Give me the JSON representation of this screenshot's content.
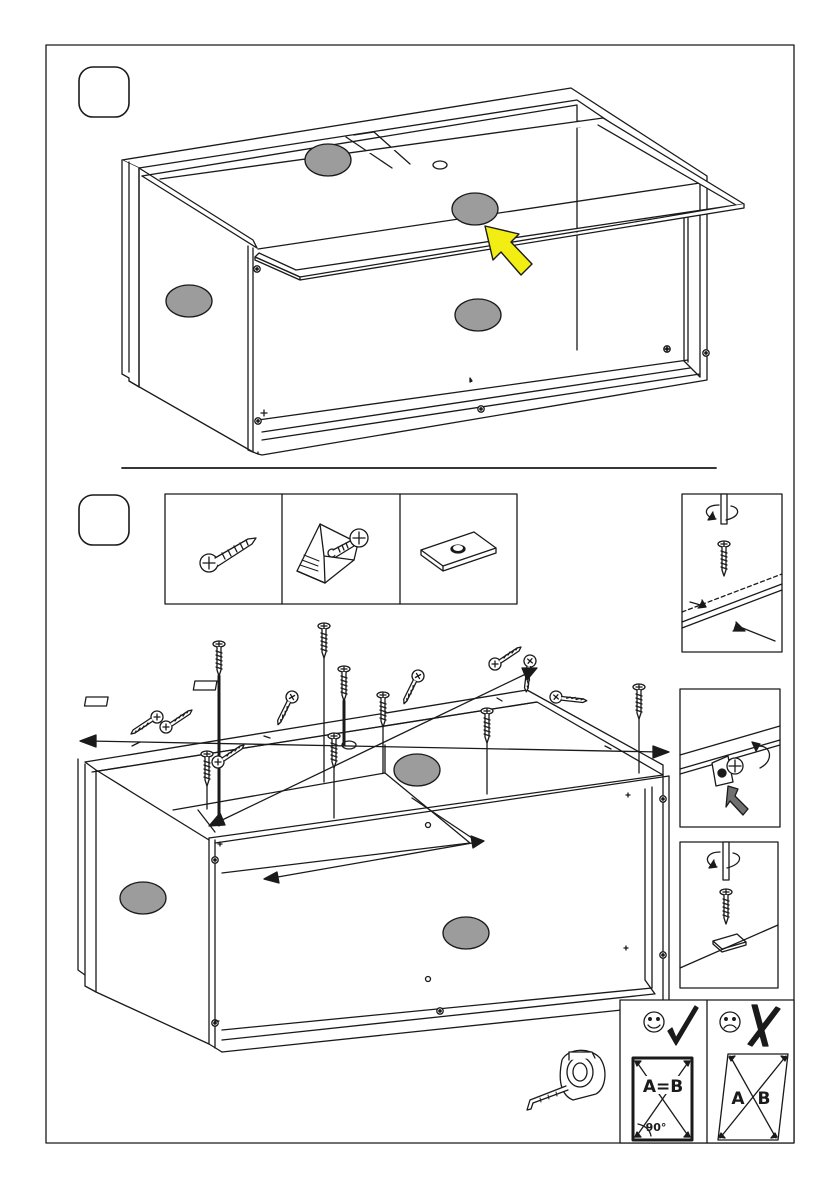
{
  "steps": [
    {
      "number": ""
    },
    {
      "number": ""
    }
  ],
  "square_check": {
    "ok_label": "A=B",
    "angle_label": "90°",
    "wrong_label_a": "A",
    "wrong_label_b": "B"
  },
  "colors": {
    "line": "#1a1a1a",
    "part_marker": "#9c9c9c",
    "arrow_fill": "#f2ee14",
    "push_arrow": "#707070"
  },
  "icons": [
    "screw-icon",
    "corner-bracket-icon",
    "connector-plate-icon",
    "screwdriver-icon",
    "tape-measure-icon",
    "smiley-icon",
    "frown-icon",
    "check-mark-icon",
    "cross-mark-icon"
  ]
}
